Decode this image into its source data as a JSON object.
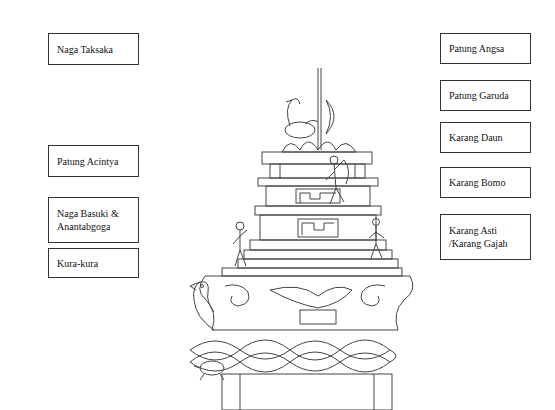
{
  "diagram": {
    "nodes": [
      {
        "text": [
          "Naga Taksaka"
        ]
      },
      {
        "text": [
          "Patung Acintya"
        ]
      },
      {
        "text": [
          "Naga Basuki & Anantabgoga"
        ]
      },
      {
        "text": [
          "Kura-kura"
        ]
      },
      {
        "text": [
          "Patung Angsa"
        ]
      },
      {
        "text": [
          "Patung Garuda"
        ]
      },
      {
        "text": [
          "Karang Daun"
        ]
      },
      {
        "text": [
          "Karang Bomo"
        ]
      },
      {
        "text": [
          "Karang Asti /Karang Gajah"
        ]
      }
    ]
  }
}
